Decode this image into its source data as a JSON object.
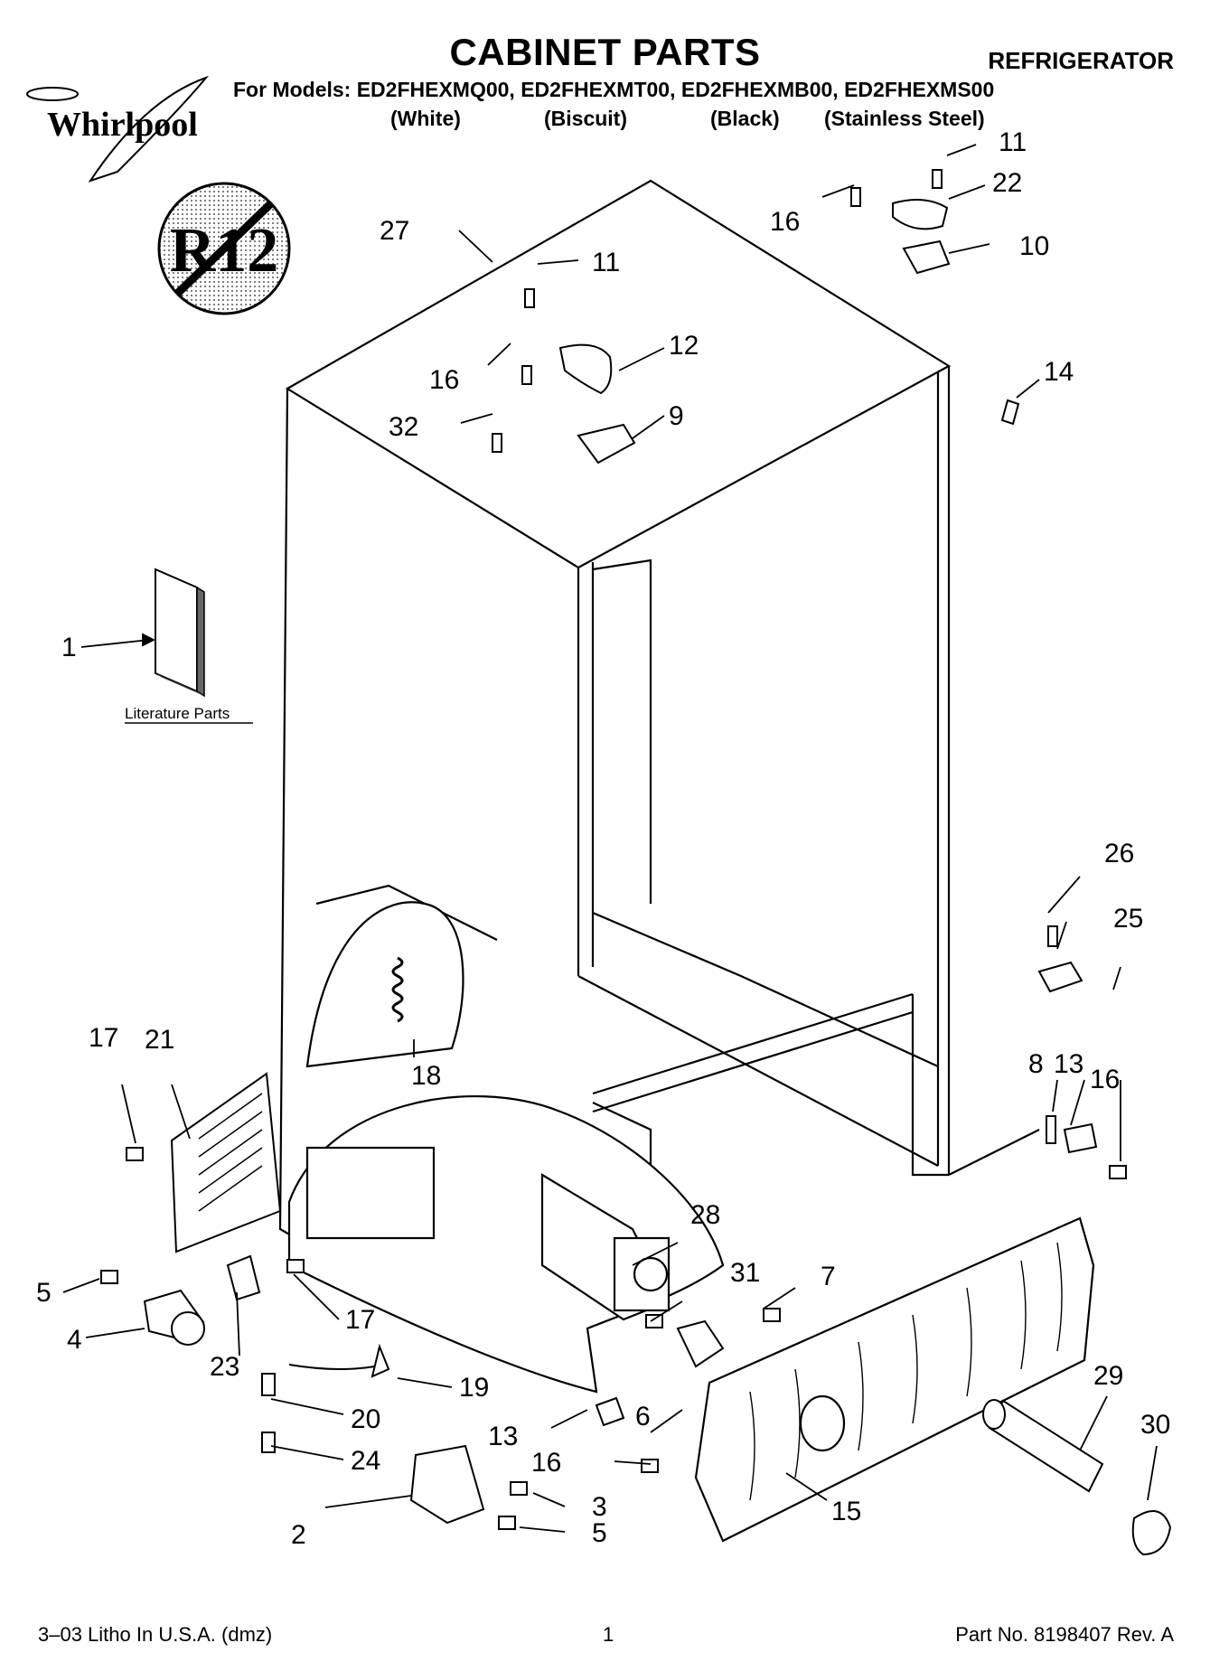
{
  "header": {
    "title": "CABINET PARTS",
    "category": "REFRIGERATOR",
    "models": "For Models: ED2FHEXMQ00, ED2FHEXMT00, ED2FHEXMB00, ED2FHEXMS00",
    "variants": [
      "(White)",
      "(Biscuit)",
      "(Black)",
      "(Stainless Steel)"
    ]
  },
  "logo": {
    "text": "Whirlpool"
  },
  "seal": {
    "text": "R12"
  },
  "literature_label": "Literature Parts",
  "callouts": [
    "1",
    "2",
    "3",
    "4",
    "5",
    "5",
    "6",
    "7",
    "8",
    "9",
    "10",
    "11",
    "11",
    "12",
    "13",
    "13",
    "14",
    "15",
    "16",
    "16",
    "16",
    "16",
    "17",
    "17",
    "18",
    "19",
    "20",
    "21",
    "22",
    "23",
    "24",
    "25",
    "26",
    "27",
    "28",
    "29",
    "30",
    "31",
    "32"
  ],
  "footer": {
    "left": "3–03 Litho In U.S.A. (dmz)",
    "center": "1",
    "right": "Part No. 8198407 Rev. A"
  }
}
